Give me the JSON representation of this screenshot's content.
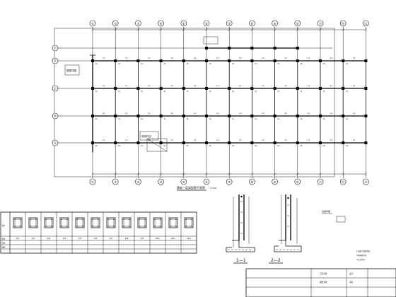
{
  "drawing": {
    "plan_title": "基础—层梁配筋平面图",
    "plan_scale": "1:100",
    "axes_x": [
      "①",
      "②",
      "③",
      "④",
      "⑤",
      "⑥",
      "⑦",
      "⑧",
      "⑨",
      "⑩",
      "⑪",
      "⑫",
      "⑬"
    ],
    "axes_y": [
      "Ⓐ",
      "Ⓑ",
      "Ⓒ",
      "Ⓓ",
      "Ⓔ"
    ],
    "beam_label": "KL",
    "beam_label_short": "L1",
    "note_stair": "楼梯详图",
    "note_tag": "说明详见",
    "column_table": {
      "columns": [
        "KZ1",
        "KZ2",
        "KZ3",
        "KZ4",
        "KZ5",
        "KZ6",
        "KZ7",
        "KZ8",
        "KZ9",
        "KZ10",
        "KZ11",
        "KZ12"
      ],
      "row_labels": [
        "编号",
        "截面",
        "纵筋",
        "箍筋"
      ]
    },
    "section_1": "1—1",
    "section_2": "2—2",
    "section_note": "基础详图",
    "title_block": {
      "line1": "工程名称",
      "line2": "图纸名称",
      "line3": "设计",
      "line4": "审核"
    },
    "notes": [
      "1.混凝土强度等级",
      "2.钢筋保护层",
      "3.未注明处"
    ]
  }
}
